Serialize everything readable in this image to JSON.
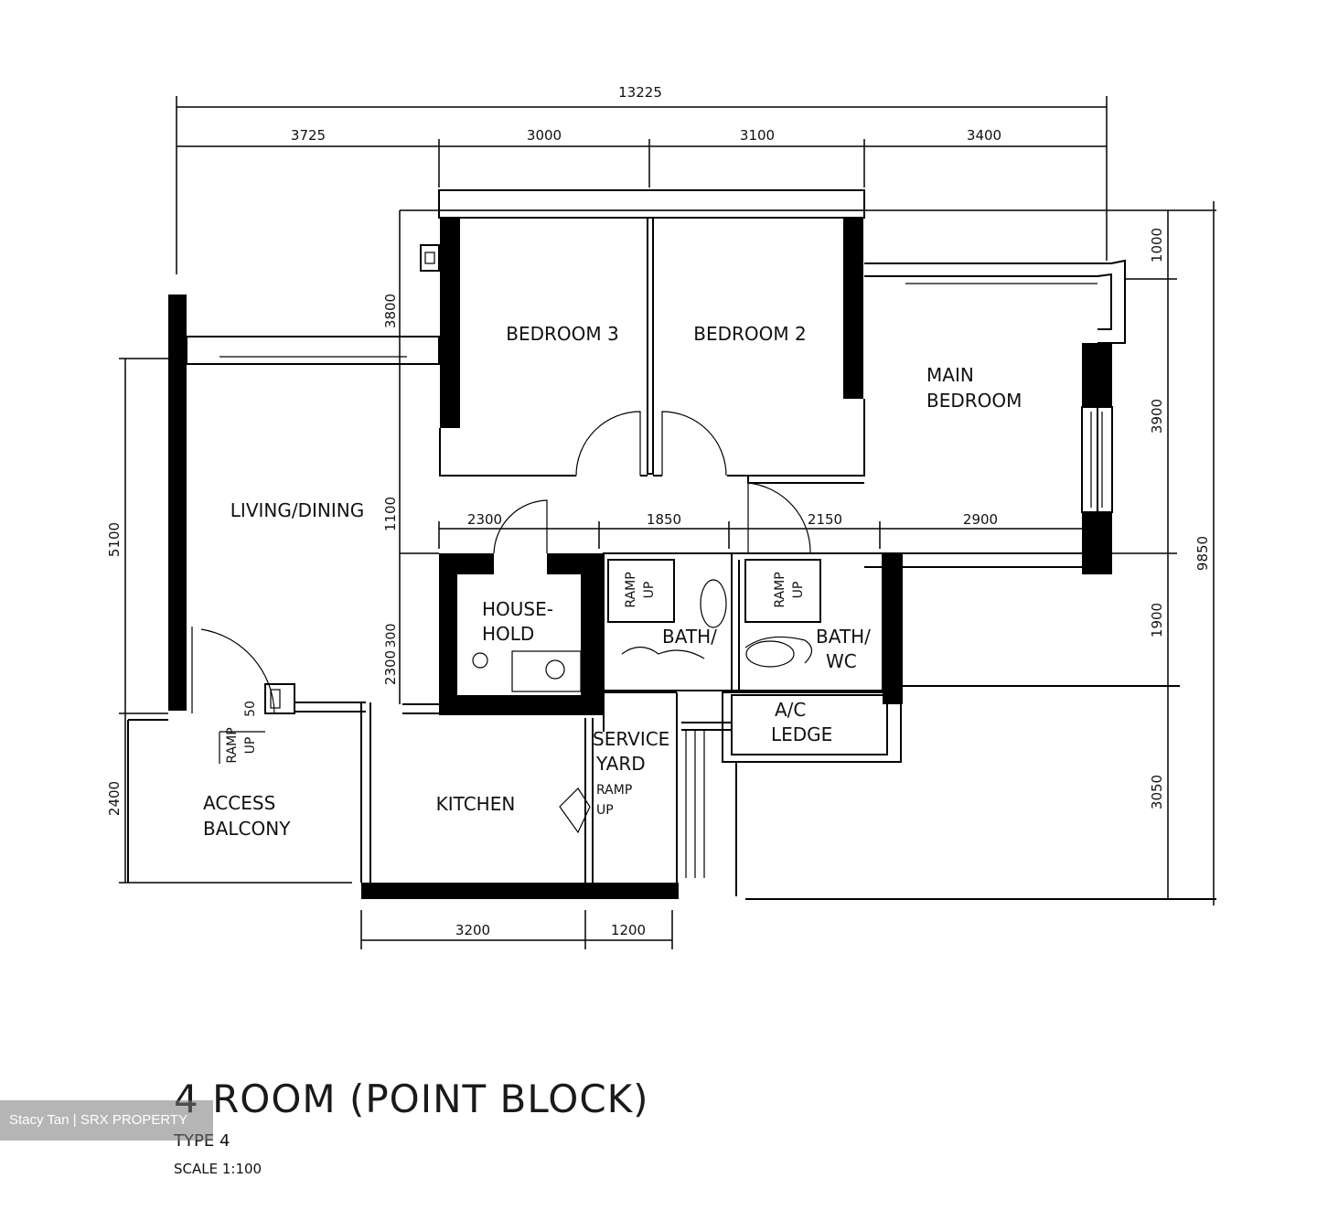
{
  "rooms": {
    "bedroom3": "BEDROOM 3",
    "bedroom2": "BEDROOM 2",
    "main_bedroom_1": "MAIN",
    "main_bedroom_2": "BEDROOM",
    "living": "LIVING/DINING",
    "household_1": "HOUSE-",
    "household_2": "HOLD",
    "bath1": "BATH/",
    "bath2": "BATH/",
    "wc": "WC",
    "kitchen": "KITCHEN",
    "service_1": "SERVICE",
    "service_2": "YARD",
    "ramp_up_1": "RAMP",
    "ramp_up_2": "UP",
    "access_1": "ACCESS",
    "access_2": "BALCONY",
    "ac_ledge_1": "A/C",
    "ac_ledge_2": "LEDGE"
  },
  "dimensions": {
    "top_total": "13225",
    "top_1": "3725",
    "top_2": "3000",
    "top_3": "3100",
    "top_4": "3400",
    "mid_1": "2300",
    "mid_2": "1850",
    "mid_3": "2150",
    "mid_4": "2900",
    "bottom_1": "3200",
    "bottom_2": "1200",
    "left_1": "5100",
    "left_2": "2400",
    "inner_1": "3800",
    "inner_2": "1100",
    "inner_3": "2300",
    "right_1": "1000",
    "right_2": "3900",
    "right_3": "1900",
    "right_4": "3050",
    "right_total": "9850",
    "misc_1": "300",
    "misc_2": "50"
  },
  "title": {
    "main": "4 ROOM (POINT BLOCK)",
    "type": "TYPE 4",
    "scale": "SCALE  1:100"
  },
  "watermark": "Stacy Tan | SRX PROPERTY"
}
